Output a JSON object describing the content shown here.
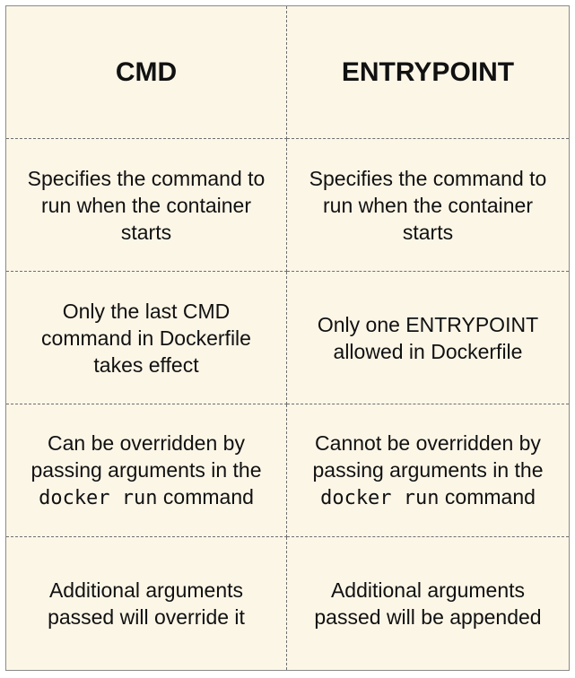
{
  "table": {
    "headers": {
      "cmd": "CMD",
      "entrypoint": "ENTRYPOINT"
    },
    "rows": [
      {
        "cmd": "Specifies the command to run when the container starts",
        "entrypoint": "Specifies the command to run when the container starts"
      },
      {
        "cmd": "Only the last CMD command in Dockerfile takes effect",
        "entrypoint": "Only one ENTRYPOINT allowed in Dockerfile"
      },
      {
        "cmd_prefix": "Can be overridden by passing arguments in the",
        "cmd_code": "docker run",
        "cmd_suffix": "command",
        "entrypoint_prefix": "Cannot be overridden by passing arguments in the",
        "entrypoint_code": "docker run",
        "entrypoint_suffix": "command"
      },
      {
        "cmd": "Additional arguments passed will override it",
        "entrypoint": "Additional arguments passed will be appended"
      }
    ]
  }
}
